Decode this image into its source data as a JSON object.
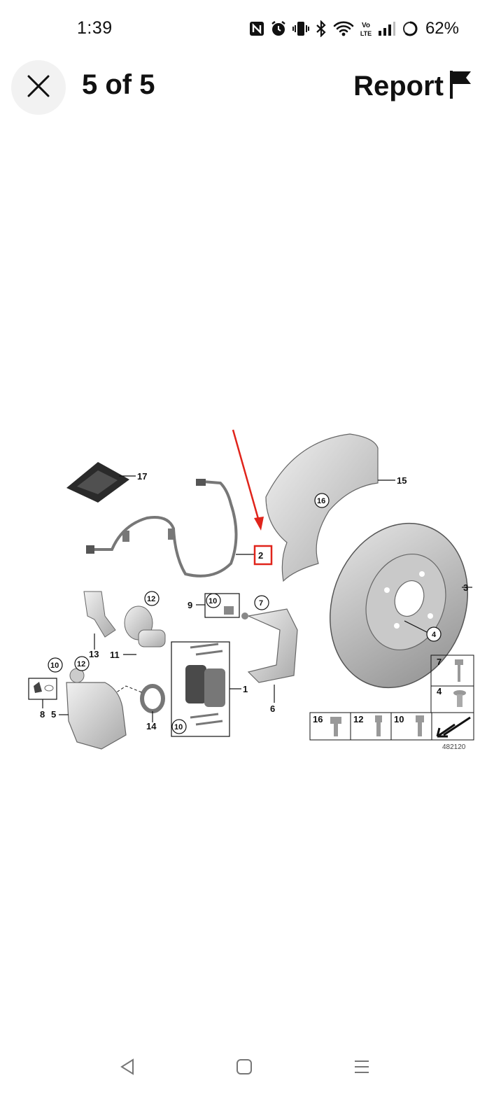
{
  "status_bar": {
    "time": "1:39",
    "battery": "62%",
    "volte": "Vo LTE",
    "icons": [
      "nfc-icon",
      "alarm-icon",
      "vibrate-icon",
      "bluetooth-icon",
      "wifi-icon",
      "volte-icon",
      "signal-icon",
      "battery-icon"
    ]
  },
  "header": {
    "close_icon": "close-icon",
    "title": "5 of 5",
    "report_label": "Report",
    "report_icon": "flag-icon"
  },
  "diagram": {
    "callouts": {
      "c1": "1",
      "c2": "2",
      "c3": "3",
      "c4": "4",
      "c5": "5",
      "c6": "6",
      "c7": "7",
      "c8": "8",
      "c9": "9",
      "c10": "10",
      "c11": "11",
      "c12": "12",
      "c13": "13",
      "c14": "14",
      "c15": "15",
      "c16": "16",
      "c17": "17"
    },
    "part_number": "482120",
    "highlight_color": "#e0241b"
  },
  "navbar": {
    "icons": [
      "back-icon",
      "home-icon",
      "menu-icon"
    ]
  }
}
